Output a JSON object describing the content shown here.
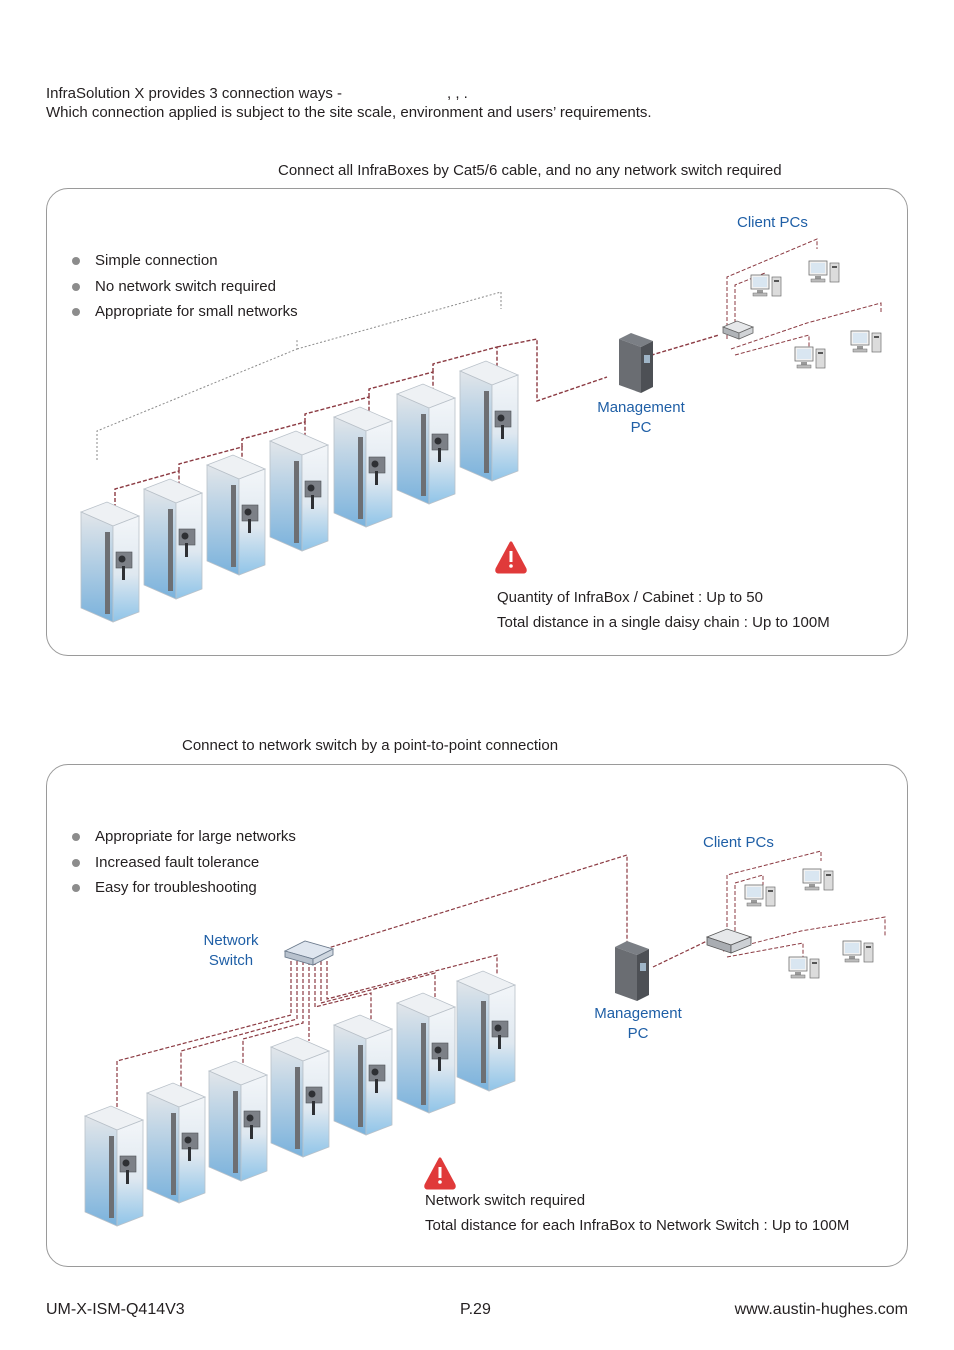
{
  "intro": {
    "line1": "InfraSolution X provides 3 connection ways -",
    "line1_tail": ",      ,        .",
    "line2": "Which connection applied is subject to the site scale, environment and users’ requirements."
  },
  "daisy": {
    "caption": "Connect all InfraBoxes by Cat5/6 cable, and no any network switch required",
    "bullets": [
      "Simple connection",
      "No network switch required",
      "Appropriate for small networks"
    ],
    "client_label": "Client PCs",
    "mgmt_label_1": "Management",
    "mgmt_label_2": "PC",
    "note_lines": [
      "Quantity of InfraBox / Cabinet : Up to 50",
      "Total distance in a single daisy chain : Up to 100M"
    ]
  },
  "p2p": {
    "caption": "Connect to network switch by a point-to-point connection",
    "bullets": [
      "Appropriate for large networks",
      "Increased fault tolerance",
      "Easy for troubleshooting"
    ],
    "client_label": "Client PCs",
    "switch_label_1": "Network",
    "switch_label_2": "Switch",
    "mgmt_label_1": "Management",
    "mgmt_label_2": "PC",
    "note_lines": [
      "Network switch required",
      "Total distance for each InfraBox to Network Switch : Up to 100M"
    ]
  },
  "footer": {
    "doc_id": "UM-X-ISM-Q414V3",
    "page": "P.29",
    "website": "www.austin-hughes.com"
  },
  "colors": {
    "text": "#231f20",
    "link_blue": "#1f5fa6",
    "cable_red": "#8b3a42",
    "warning_red": "#e03a3a",
    "panel_border": "#9a9a9a"
  },
  "icons": [
    "warning-icon",
    "server-cabinet-icon",
    "client-pc-icon",
    "network-switch-icon",
    "management-pc-icon"
  ]
}
